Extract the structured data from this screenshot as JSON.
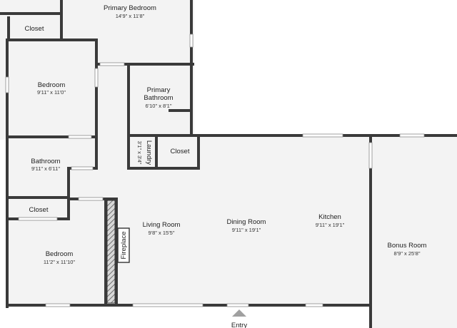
{
  "rooms": {
    "primary_bedroom": {
      "name": "Primary Bedroom",
      "dims": "14'9\" x 11'8\""
    },
    "closet_top": {
      "name": "Closet"
    },
    "bedroom_1": {
      "name": "Bedroom",
      "dims": "9'11\" x 11'0\""
    },
    "primary_bathroom": {
      "name_line1": "Primary",
      "name_line2": "Bathroom",
      "dims": "6'10\" x 8'1\""
    },
    "laundry": {
      "name": "Laundry",
      "dims": "3'1\" x 3'4\""
    },
    "closet_mid": {
      "name": "Closet"
    },
    "bathroom": {
      "name": "Bathroom",
      "dims": "9'11\" x 6'11\""
    },
    "closet_low": {
      "name": "Closet"
    },
    "bedroom_2": {
      "name": "Bedroom",
      "dims": "11'2\" x 11'10\""
    },
    "fireplace": {
      "name": "Fireplace"
    },
    "living_room": {
      "name": "Living Room",
      "dims": "9'8\" x 15'5\""
    },
    "dining_room": {
      "name": "Dining Room",
      "dims": "9'11\" x 19'1\""
    },
    "kitchen": {
      "name": "Kitchen",
      "dims": "9'11\" x 19'1\""
    },
    "bonus_room": {
      "name": "Bonus Room",
      "dims": "8'9\" x 25'8\""
    }
  },
  "entry": {
    "label": "Entry"
  },
  "colors": {
    "wall": "#3a3a3a",
    "floor": "#f3f3f3",
    "background": "#ffffff",
    "arrow": "#a0a0a0"
  }
}
